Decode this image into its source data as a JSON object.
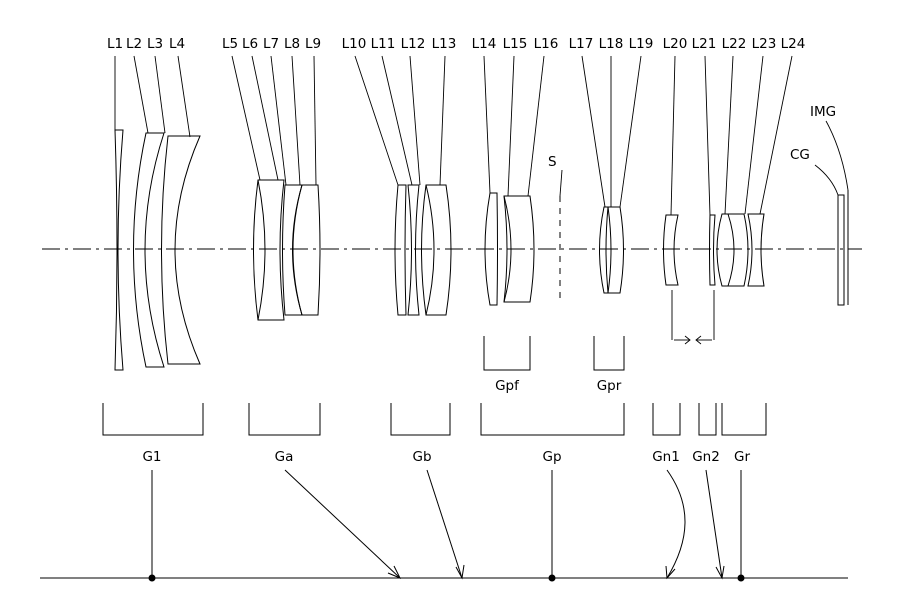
{
  "colors": {
    "stroke": "#000000",
    "background": "#ffffff"
  },
  "lens_labels": [
    "L1",
    "L2",
    "L3",
    "L4",
    "L5",
    "L6",
    "L7",
    "L8",
    "L9",
    "L10",
    "L11",
    "L12",
    "L13",
    "L14",
    "L15",
    "L16",
    "L17",
    "L18",
    "L19",
    "L20",
    "L21",
    "L22",
    "L23",
    "L24"
  ],
  "stop_label": "S",
  "cover_glass_label": "CG",
  "image_label": "IMG",
  "subgroup_labels": {
    "gpf": "Gpf",
    "gpr": "Gpr"
  },
  "group_labels": {
    "g1": "G1",
    "ga": "Ga",
    "gb": "Gb",
    "gp": "Gp",
    "gn1": "Gn1",
    "gn2": "Gn2",
    "gr": "Gr"
  }
}
